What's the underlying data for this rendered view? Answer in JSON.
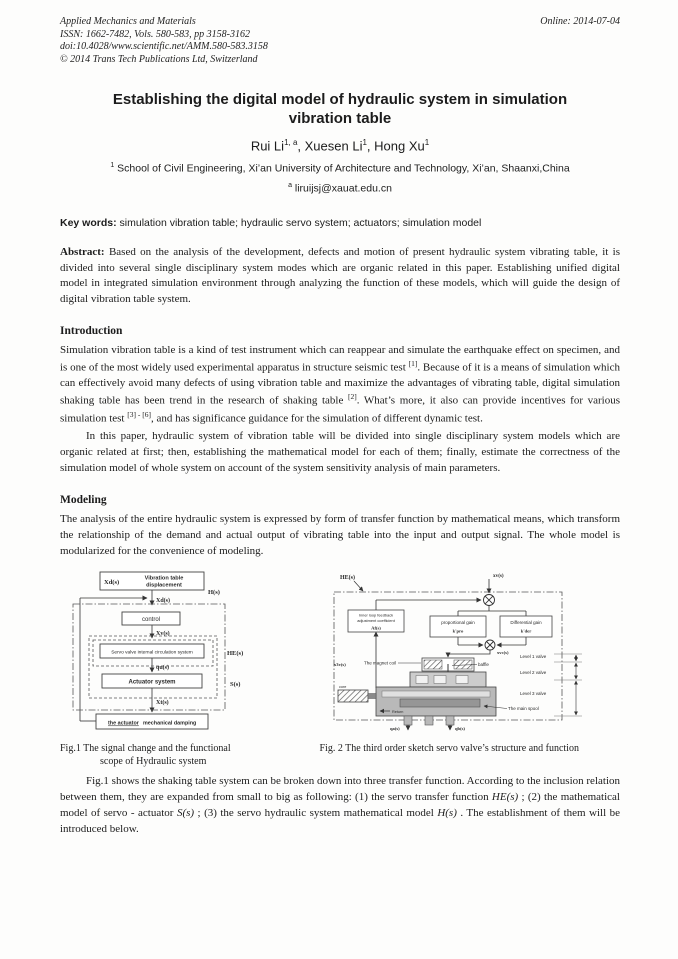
{
  "header": {
    "journal": "Applied Mechanics and Materials",
    "issn_line": "ISSN: 1662-7482, Vols. 580-583, pp 3158-3162",
    "doi_line": "doi:10.4028/www.scientific.net/AMM.580-583.3158",
    "copyright_line": "© 2014 Trans Tech Publications Ltd, Switzerland",
    "online_date": "Online: 2014-07-04"
  },
  "title": "Establishing the digital model of hydraulic system in simulation vibration table",
  "authors": [
    {
      "name": "Rui Li",
      "sup": "1, a"
    },
    {
      "name": ", Xuesen Li",
      "sup": "1"
    },
    {
      "name": ", Hong Xu",
      "sup": "1"
    }
  ],
  "affiliation": {
    "sup": "1",
    "text": " School of Civil Engineering, Xi’an University of Architecture and Technology, Xi’an, Shaanxi,China"
  },
  "email": {
    "sup": "a",
    "text": " liruijsj@xauat.edu.cn"
  },
  "keywords": {
    "label": "Key words:",
    "text": " simulation vibration table; hydraulic servo system; actuators; simulation model"
  },
  "abstract": {
    "label": "Abstract:",
    "text": " Based on the analysis of the development, defects and motion of present hydraulic system vibrating table, it is divided into several single disciplinary system modes which are organic related in this paper. Establishing unified digital model in integrated simulation environment through analyzing the function of these models, which will guide the design of digital vibration table system."
  },
  "sections": {
    "introduction": {
      "heading": "Introduction",
      "para1": {
        "t0": "Simulation vibration table is a kind of test instrument which can reappear and simulate the earthquake effect on specimen, and is one of the most widely used experimental apparatus in structure seismic test ",
        "s0": "[1]",
        "t1": ". Because of it is a means of simulation which can effectively avoid many defects of using vibration table and maximize the advantages of vibrating table, digital simulation shaking table has been trend in the research of shaking table ",
        "s1": "[2]",
        "t2": ". What’s more, it also can provide incentives for various simulation test ",
        "s2": "[3] - [6]",
        "t3": ", and has significance guidance for the simulation of different dynamic test."
      },
      "para2": "In this paper, hydraulic system of vibration table will be divided into single disciplinary system models which are organic related at first; then, establishing the mathematical model for each of them; finally, estimate the correctness of the simulation model of whole system on account of the system sensitivity analysis of main parameters."
    },
    "modeling": {
      "heading": "Modeling",
      "para1": "The analysis of the entire hydraulic system is expressed by form of transfer function by mathematical means, which transform the relationship of the demand and actual output of vibrating table into the input and output signal. The whole model is modularized for the convenience of modeling.",
      "para2": {
        "t0": "Fig.1 shows the shaking table system can be broken down into three transfer function. According to the inclusion relation between them, they are expanded from small to big as following: (1) the servo transfer function ",
        "m0": "HE(s)",
        "t1": " ; (2) the mathematical model of servo - actuator ",
        "m1": "S(s)",
        "t2": " ; (3) the servo hydraulic system mathematical model ",
        "m2": "H(s)",
        "t3": " . The establishment of them will be introduced below."
      }
    }
  },
  "fig1": {
    "caption_line1": "Fig.1 The signal change and the functional",
    "caption_line2": "scope of Hydraulic system",
    "labels": {
      "xd_input": "Xd(s)",
      "input_title1": "Vibration table",
      "input_title2": "displacement",
      "h": "H(s)",
      "signal_xd": "Xd(s)",
      "control": "control",
      "signal_xv": "Xv(s)",
      "servo_box": "Servo valve internal circulation system",
      "he": "HE(s)",
      "signal_qu": "qu(s)",
      "actuator_box": "Actuator system",
      "s": "S(s)",
      "signal_xt": "Xt(s)",
      "damping1": "the actuator",
      "damping2": "mechanical damping"
    }
  },
  "fig2": {
    "caption": "Fig. 2 The third order sketch servo valve’s structure and function",
    "labels": {
      "he": "HE(s)",
      "xv": "xv(s)",
      "feedback1": "Inner loop feedback",
      "feedback2": "adjustment coefficient",
      "af": "Af(s)",
      "prop1": "proportional gain",
      "prop2": "k'pro",
      "diff1": "Differential gain",
      "diff2": "k'der",
      "xvc": "xvc(s)",
      "magnet": "The magnet coil",
      "baffle": "baffle",
      "level1": "Level 1 valve",
      "level2": "Level 2 valve",
      "level3": "Level 3 valve",
      "main_spool": "The main spool",
      "x3v": "x3v(s)",
      "core": "core",
      "return": "Return",
      "qa": "qa(s)",
      "qb": "qb(s)"
    }
  }
}
